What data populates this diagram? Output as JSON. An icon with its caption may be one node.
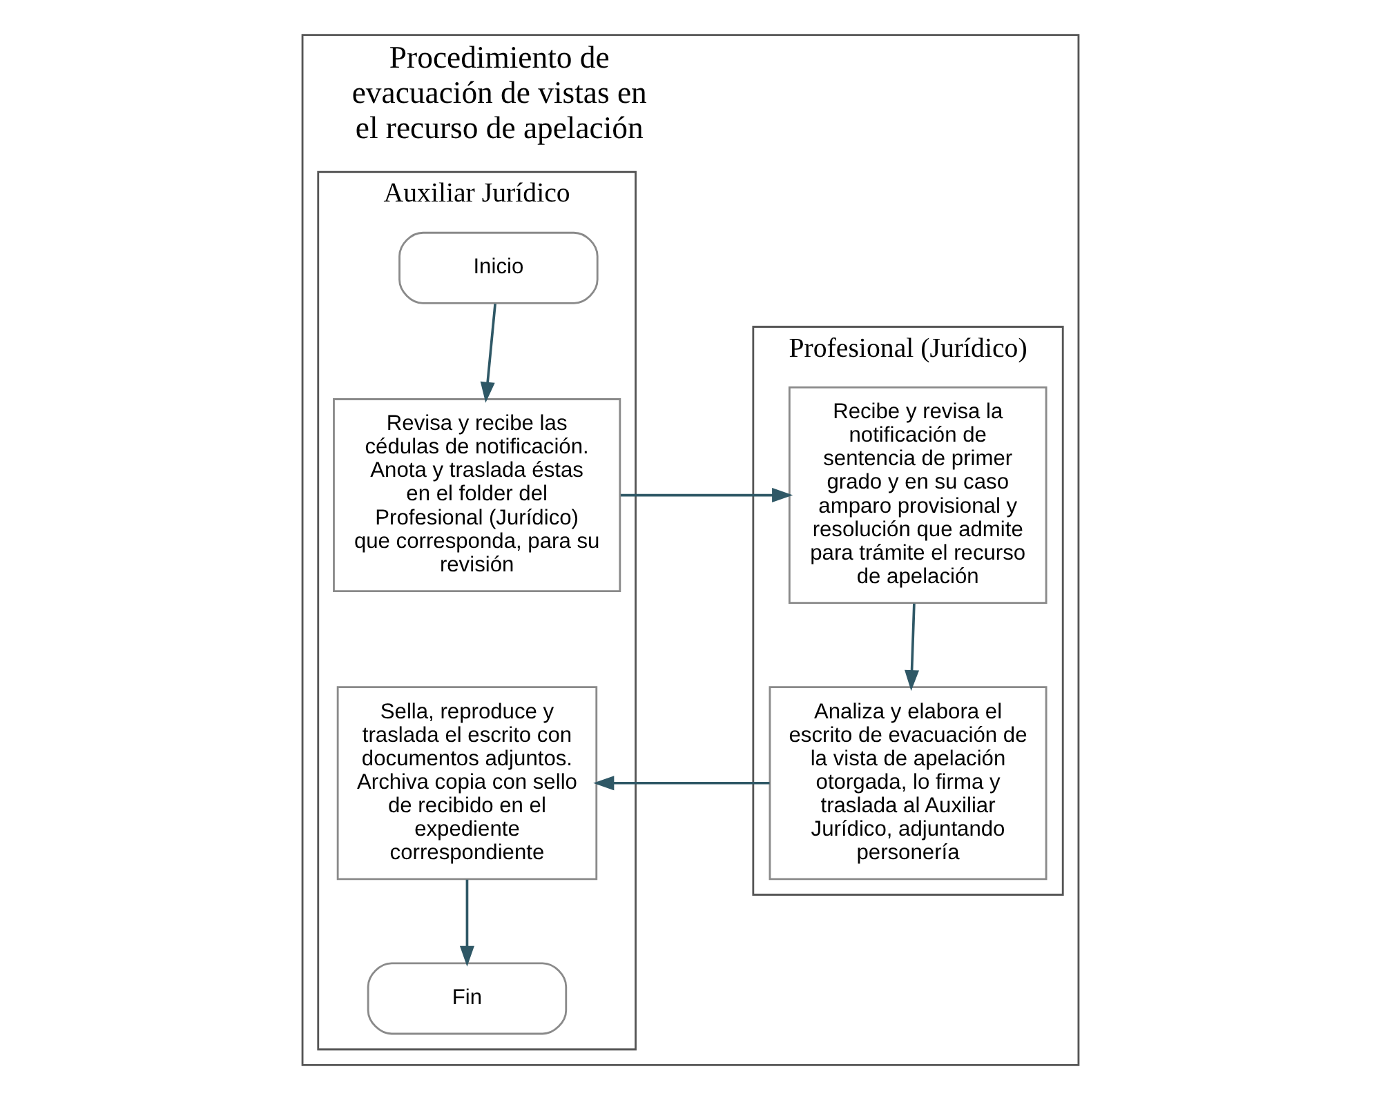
{
  "diagram": {
    "nodes": [
      {
        "text": [
          "Procedimiento de evacuación de vistas en el recurso de apelación"
        ]
      },
      {
        "text": [
          "Auxiliar Jurídico"
        ],
        "in": 0
      },
      {
        "text": [
          "Profesional (Jurídico)"
        ],
        "in": 0
      },
      {
        "text": [
          "Inicio"
        ],
        "in": 1
      },
      {
        "text": [
          "Revisa y recibe las cédulas de notificación. Anota y traslada éstas en el folder del Profesional (Jurídico) que corresponda, para su revisión"
        ],
        "in": 1
      },
      {
        "text": [
          "Recibe y revisa la notificación de sentencia de primer grado y en su caso amparo provisional y resolución que admite para trámite el recurso de apelación"
        ],
        "in": 2
      },
      {
        "text": [
          "Analiza y elabora el escrito de evacuación de la vista de apelación otorgada, lo firma y traslada al Auxiliar Jurídico, adjuntando personería"
        ],
        "in": 2
      },
      {
        "text": [
          "Sella, reproduce y traslada el escrito con documentos adjuntos. Archiva copia con sello de recibido en el expediente correspondiente"
        ],
        "in": 1
      },
      {
        "text": [
          "Fin"
        ],
        "in": 1
      }
    ],
    "edges": [
      {
        "from": 3,
        "to": 4,
        "arrow": "to"
      },
      {
        "from": 4,
        "to": 5,
        "arrow": "to"
      },
      {
        "from": 5,
        "to": 6,
        "arrow": "to"
      },
      {
        "from": 6,
        "to": 7,
        "arrow": "to"
      },
      {
        "from": 7,
        "to": 8,
        "arrow": "to"
      }
    ]
  }
}
